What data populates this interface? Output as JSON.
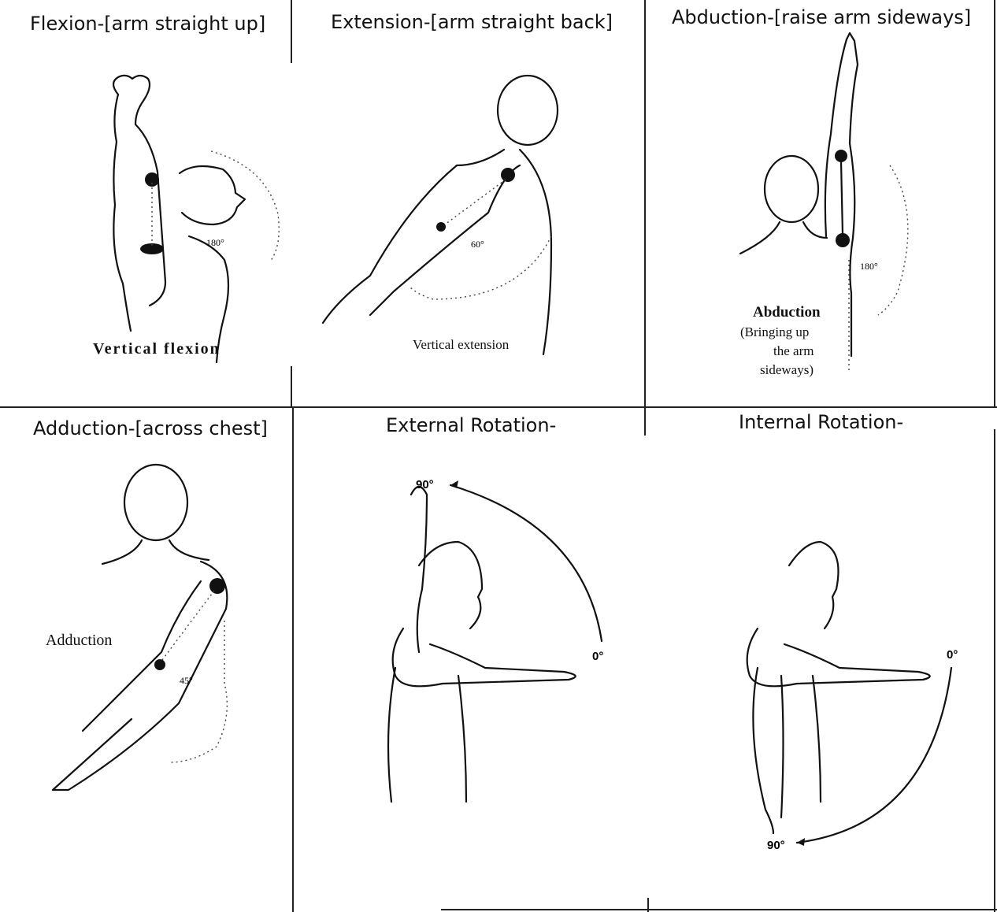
{
  "panels": {
    "flexion": {
      "title": "Flexion-[arm straight up]",
      "caption": "Vertical flexion",
      "angle": "180°"
    },
    "extension": {
      "title": "Extension-[arm straight back]",
      "caption": "Vertical extension",
      "angle": "60°"
    },
    "abduction": {
      "title": "Abduction-[raise arm sideways]",
      "caption_bold": "Abduction",
      "caption_1": "(Bringing up",
      "caption_2": "the arm",
      "caption_3": "sideways)",
      "angle": "180°"
    },
    "adduction": {
      "title": "Adduction-[across chest]",
      "caption": "Adduction",
      "angle": "45°"
    },
    "external_rotation": {
      "title": "External Rotation-",
      "angle_top": "90°",
      "angle_zero": "0°"
    },
    "internal_rotation": {
      "title": "Internal Rotation-",
      "angle_zero": "0°",
      "angle_bottom": "90°"
    }
  }
}
